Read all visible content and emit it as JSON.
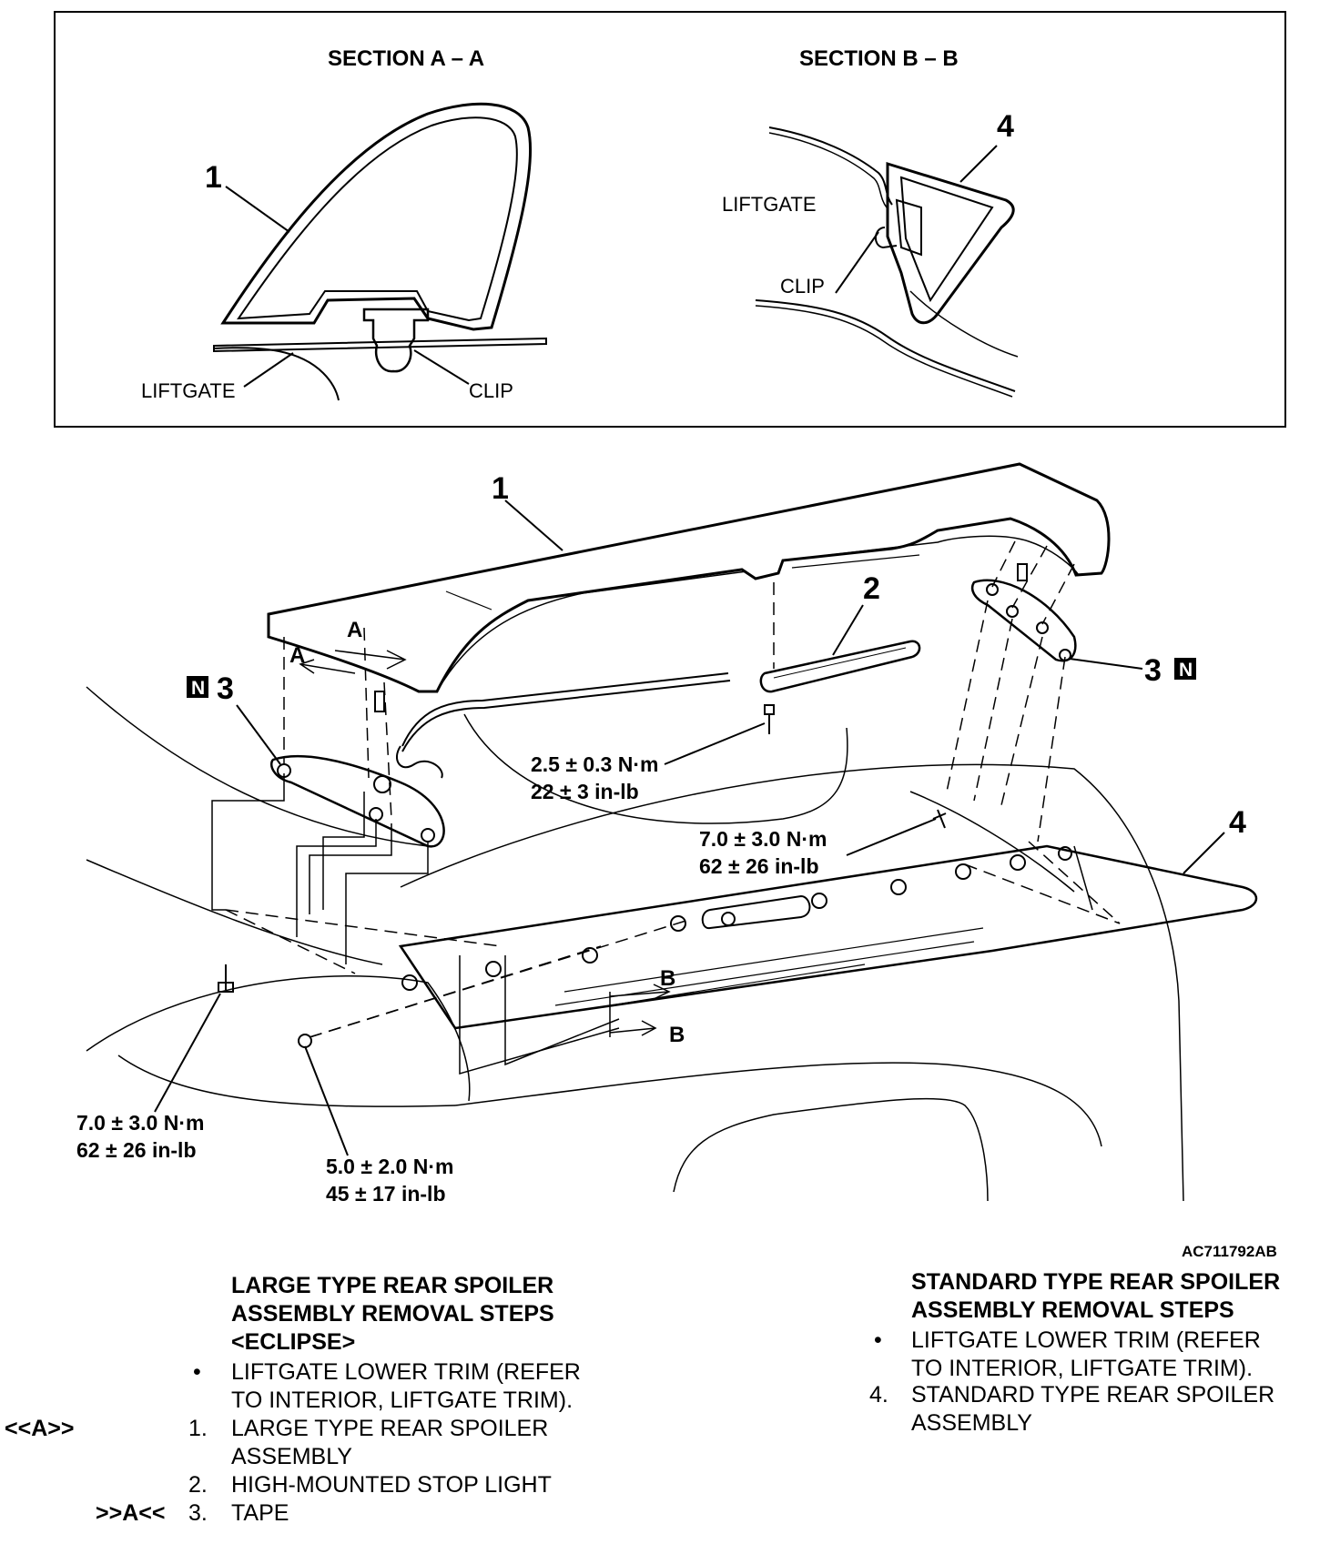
{
  "inset": {
    "section_a": {
      "title": "SECTION A – A",
      "callout": "1",
      "liftgate": "LIFTGATE",
      "clip": "CLIP"
    },
    "section_b": {
      "title": "SECTION B – B",
      "callout": "4",
      "liftgate": "LIFTGATE",
      "clip": "CLIP"
    }
  },
  "main": {
    "callouts": {
      "c1": "1",
      "c2": "2",
      "c3_left": "3",
      "c3_right": "3",
      "c4": "4",
      "n_left": "N",
      "n_right": "N",
      "a_top": "A",
      "a_left": "A",
      "b_top": "B",
      "b_bottom": "B"
    },
    "torques": [
      {
        "nm": "2.5 ± 0.3 N·m",
        "inlb": "22 ± 3 in-lb"
      },
      {
        "nm": "7.0 ± 3.0 N·m",
        "inlb": "62 ± 26 in-lb"
      },
      {
        "nm": "7.0 ± 3.0 N·m",
        "inlb": "62 ± 26 in-lb"
      },
      {
        "nm": "5.0 ± 2.0 N·m",
        "inlb": "45 ± 17 in-lb"
      }
    ],
    "figure_code": "AC711792AB"
  },
  "large_steps": {
    "heading": [
      "LARGE TYPE REAR SPOILER",
      "ASSEMBLY REMOVAL STEPS",
      "<ECLIPSE>"
    ],
    "items": [
      {
        "marker": "",
        "bullet": "•",
        "lines": [
          "LIFTGATE LOWER TRIM (REFER",
          "TO INTERIOR, LIFTGATE TRIM)."
        ]
      },
      {
        "marker": "<<A>>",
        "bullet": "1.",
        "lines": [
          "LARGE TYPE REAR SPOILER",
          "ASSEMBLY"
        ]
      },
      {
        "marker": "",
        "bullet": "2.",
        "lines": [
          "HIGH-MOUNTED STOP LIGHT"
        ]
      },
      {
        "marker": ">>A<<",
        "bullet": "3.",
        "lines": [
          "TAPE"
        ]
      }
    ]
  },
  "standard_steps": {
    "heading": [
      "STANDARD TYPE REAR SPOILER",
      "ASSEMBLY REMOVAL STEPS"
    ],
    "items": [
      {
        "bullet": "•",
        "lines": [
          "LIFTGATE LOWER TRIM (REFER",
          "TO INTERIOR, LIFTGATE  TRIM)."
        ]
      },
      {
        "bullet": "4.",
        "lines": [
          "STANDARD TYPE REAR SPOILER",
          "ASSEMBLY"
        ]
      }
    ]
  }
}
